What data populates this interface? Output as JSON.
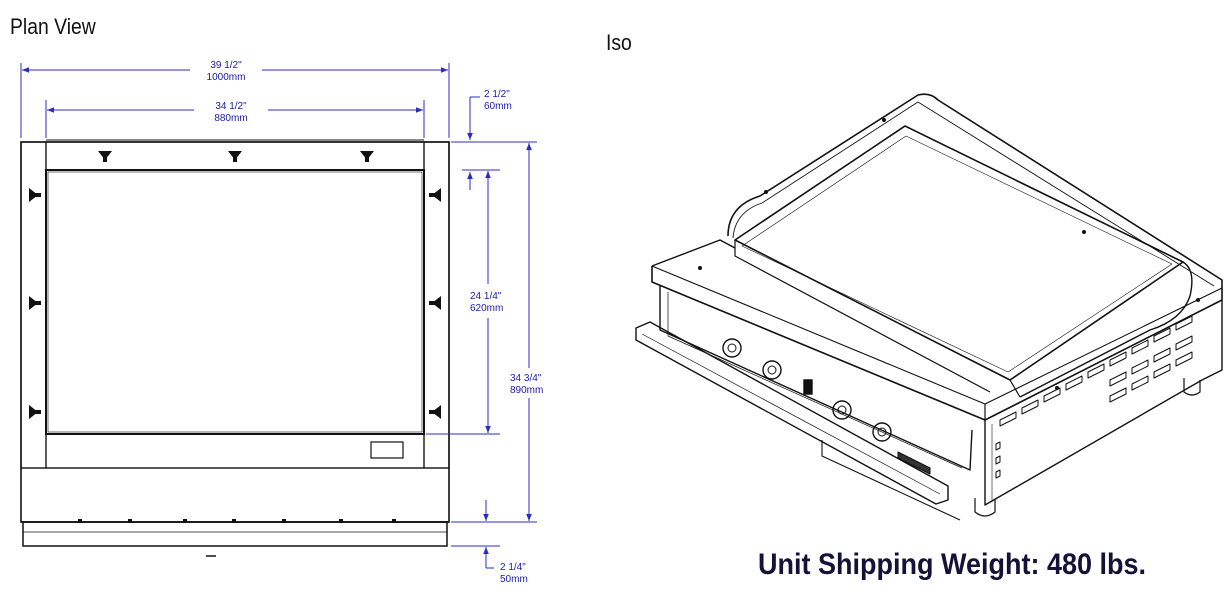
{
  "headings": {
    "plan": "Plan View",
    "iso": "Iso"
  },
  "dimensions": {
    "overall_width": {
      "imperial": "39 1/2\"",
      "metric": "1000mm"
    },
    "inner_width": {
      "imperial": "34 1/2\"",
      "metric": "880mm"
    },
    "side_offset": {
      "imperial": "2 1/2\"",
      "metric": "60mm"
    },
    "griddle_depth": {
      "imperial": "24 1/4\"",
      "metric": "620mm"
    },
    "overall_depth": {
      "imperial": "34 3/4\"",
      "metric": "890mm"
    },
    "front_offset": {
      "imperial": "2 1/4\"",
      "metric": "50mm"
    }
  },
  "shipping_weight": "Unit Shipping Weight: 480 lbs."
}
